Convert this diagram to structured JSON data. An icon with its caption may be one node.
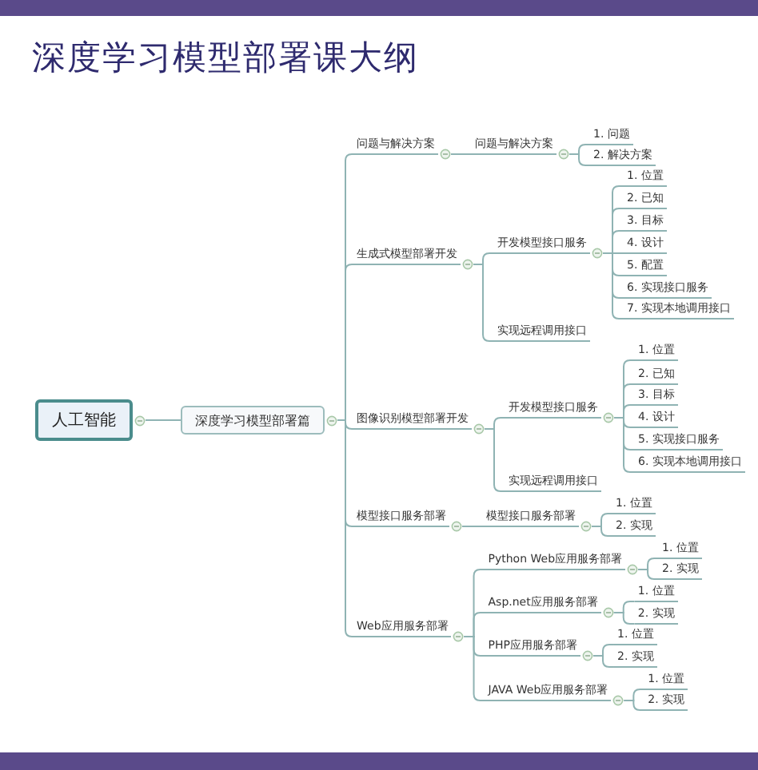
{
  "diagram": {
    "title": "深度学习模型部署课大纲",
    "nodes": [
      {
        "text": [
          "人工智能"
        ]
      },
      {
        "text": [
          "深度学习模型部署篇"
        ]
      },
      {
        "text": [
          "问题与解决方案"
        ]
      },
      {
        "text": [
          "问题与解决方案"
        ]
      },
      {
        "text": [
          "1. 问题"
        ]
      },
      {
        "text": [
          "2. 解决方案"
        ]
      },
      {
        "text": [
          "生成式模型部署开发"
        ]
      },
      {
        "text": [
          "开发模型接口服务"
        ]
      },
      {
        "text": [
          "1. 位置"
        ]
      },
      {
        "text": [
          "2. 已知"
        ]
      },
      {
        "text": [
          "3. 目标"
        ]
      },
      {
        "text": [
          "4. 设计"
        ]
      },
      {
        "text": [
          "5. 配置"
        ]
      },
      {
        "text": [
          "6. 实现接口服务"
        ]
      },
      {
        "text": [
          "7. 实现本地调用接口"
        ]
      },
      {
        "text": [
          "实现远程调用接口"
        ]
      },
      {
        "text": [
          "图像识别模型部署开发"
        ]
      },
      {
        "text": [
          "开发模型接口服务"
        ]
      },
      {
        "text": [
          "1. 位置"
        ]
      },
      {
        "text": [
          "2. 已知"
        ]
      },
      {
        "text": [
          "3. 目标"
        ]
      },
      {
        "text": [
          "4. 设计"
        ]
      },
      {
        "text": [
          "5. 实现接口服务"
        ]
      },
      {
        "text": [
          "6. 实现本地调用接口"
        ]
      },
      {
        "text": [
          "实现远程调用接口"
        ]
      },
      {
        "text": [
          "模型接口服务部署"
        ]
      },
      {
        "text": [
          "模型接口服务部署"
        ]
      },
      {
        "text": [
          "1. 位置"
        ]
      },
      {
        "text": [
          "2. 实现"
        ]
      },
      {
        "text": [
          "Web应用服务部署"
        ]
      },
      {
        "text": [
          "Python Web应用服务部署"
        ]
      },
      {
        "text": [
          "1. 位置"
        ]
      },
      {
        "text": [
          "2. 实现"
        ]
      },
      {
        "text": [
          "Asp.net应用服务部署"
        ]
      },
      {
        "text": [
          "1. 位置"
        ]
      },
      {
        "text": [
          "2. 实现"
        ]
      },
      {
        "text": [
          "PHP应用服务部署"
        ]
      },
      {
        "text": [
          "1. 位置"
        ]
      },
      {
        "text": [
          "2. 实现"
        ]
      },
      {
        "text": [
          "JAVA Web应用服务部署"
        ]
      },
      {
        "text": [
          "1. 位置"
        ]
      },
      {
        "text": [
          "2. 实现"
        ]
      }
    ],
    "edges": [
      {
        "from": 0,
        "to": 1,
        "arrow": "none"
      },
      {
        "from": 1,
        "to": 2,
        "arrow": "none"
      },
      {
        "from": 2,
        "to": 3,
        "arrow": "none"
      },
      {
        "from": 3,
        "to": 4,
        "arrow": "none"
      },
      {
        "from": 3,
        "to": 5,
        "arrow": "none"
      },
      {
        "from": 1,
        "to": 6,
        "arrow": "none"
      },
      {
        "from": 6,
        "to": 7,
        "arrow": "none"
      },
      {
        "from": 7,
        "to": 8,
        "arrow": "none"
      },
      {
        "from": 7,
        "to": 9,
        "arrow": "none"
      },
      {
        "from": 7,
        "to": 10,
        "arrow": "none"
      },
      {
        "from": 7,
        "to": 11,
        "arrow": "none"
      },
      {
        "from": 7,
        "to": 12,
        "arrow": "none"
      },
      {
        "from": 7,
        "to": 13,
        "arrow": "none"
      },
      {
        "from": 7,
        "to": 14,
        "arrow": "none"
      },
      {
        "from": 6,
        "to": 15,
        "arrow": "none"
      },
      {
        "from": 1,
        "to": 16,
        "arrow": "none"
      },
      {
        "from": 16,
        "to": 17,
        "arrow": "none"
      },
      {
        "from": 17,
        "to": 18,
        "arrow": "none"
      },
      {
        "from": 17,
        "to": 19,
        "arrow": "none"
      },
      {
        "from": 17,
        "to": 20,
        "arrow": "none"
      },
      {
        "from": 17,
        "to": 21,
        "arrow": "none"
      },
      {
        "from": 17,
        "to": 22,
        "arrow": "none"
      },
      {
        "from": 17,
        "to": 23,
        "arrow": "none"
      },
      {
        "from": 16,
        "to": 24,
        "arrow": "none"
      },
      {
        "from": 1,
        "to": 25,
        "arrow": "none"
      },
      {
        "from": 25,
        "to": 26,
        "arrow": "none"
      },
      {
        "from": 26,
        "to": 27,
        "arrow": "none"
      },
      {
        "from": 26,
        "to": 28,
        "arrow": "none"
      },
      {
        "from": 1,
        "to": 29,
        "arrow": "none"
      },
      {
        "from": 29,
        "to": 30,
        "arrow": "none"
      },
      {
        "from": 30,
        "to": 31,
        "arrow": "none"
      },
      {
        "from": 30,
        "to": 32,
        "arrow": "none"
      },
      {
        "from": 29,
        "to": 33,
        "arrow": "none"
      },
      {
        "from": 33,
        "to": 34,
        "arrow": "none"
      },
      {
        "from": 33,
        "to": 35,
        "arrow": "none"
      },
      {
        "from": 29,
        "to": 36,
        "arrow": "none"
      },
      {
        "from": 36,
        "to": 37,
        "arrow": "none"
      },
      {
        "from": 36,
        "to": 38,
        "arrow": "none"
      },
      {
        "from": 29,
        "to": 39,
        "arrow": "none"
      },
      {
        "from": 39,
        "to": 40,
        "arrow": "none"
      },
      {
        "from": 39,
        "to": 41,
        "arrow": "none"
      }
    ]
  }
}
